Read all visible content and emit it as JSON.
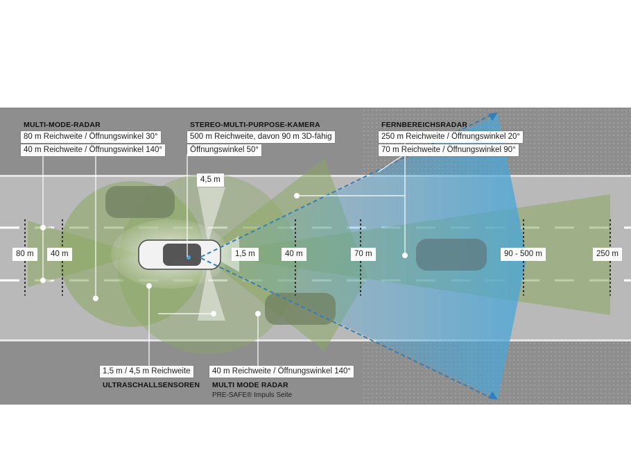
{
  "headings": {
    "multi_mode_radar": "MULTI-MODE-RADAR",
    "stereo_camera": "STEREO-MULTI-PURPOSE-KAMERA",
    "long_range_radar": "FERNBEREICHSRADAR",
    "ultrasonic": "ULTRASCHALLSENSOREN",
    "multi_mode_radar_side": "MULTI MODE RADAR",
    "pre_safe": "PRE-SAFE® Impuls Seite"
  },
  "labels": {
    "mmr_80": "80 m Reichweite / Öffnungswinkel 30°",
    "mmr_40": "40 m Reichweite / Öffnungswinkel 140°",
    "cam_range": "500 m Reichweite, davon 90 m 3D-fähig",
    "cam_angle": "Öffnungswinkel 50°",
    "lrr_250": "250 m Reichweite / Öffnungswinkel 20°",
    "lrr_70": "70 m Reichweite / Öffnungswinkel 90°",
    "ultra": "1,5 m / 4,5 m Reichweite",
    "side_radar": "40 m Reichweite / Öffnungswinkel 140°"
  },
  "distances": {
    "d80": "80 m",
    "d40_left": "40 m",
    "d4_5": "4,5 m",
    "d1_5": "1,5 m",
    "d40_right": "40 m",
    "d70": "70 m",
    "d90_500": "90 - 500 m",
    "d250": "250 m"
  },
  "colors": {
    "road": "#b9b9b9",
    "shoulder": "#8e8e8e",
    "green": "#8aa860",
    "blue": "#4aa6d8",
    "white": "#ffffff"
  }
}
